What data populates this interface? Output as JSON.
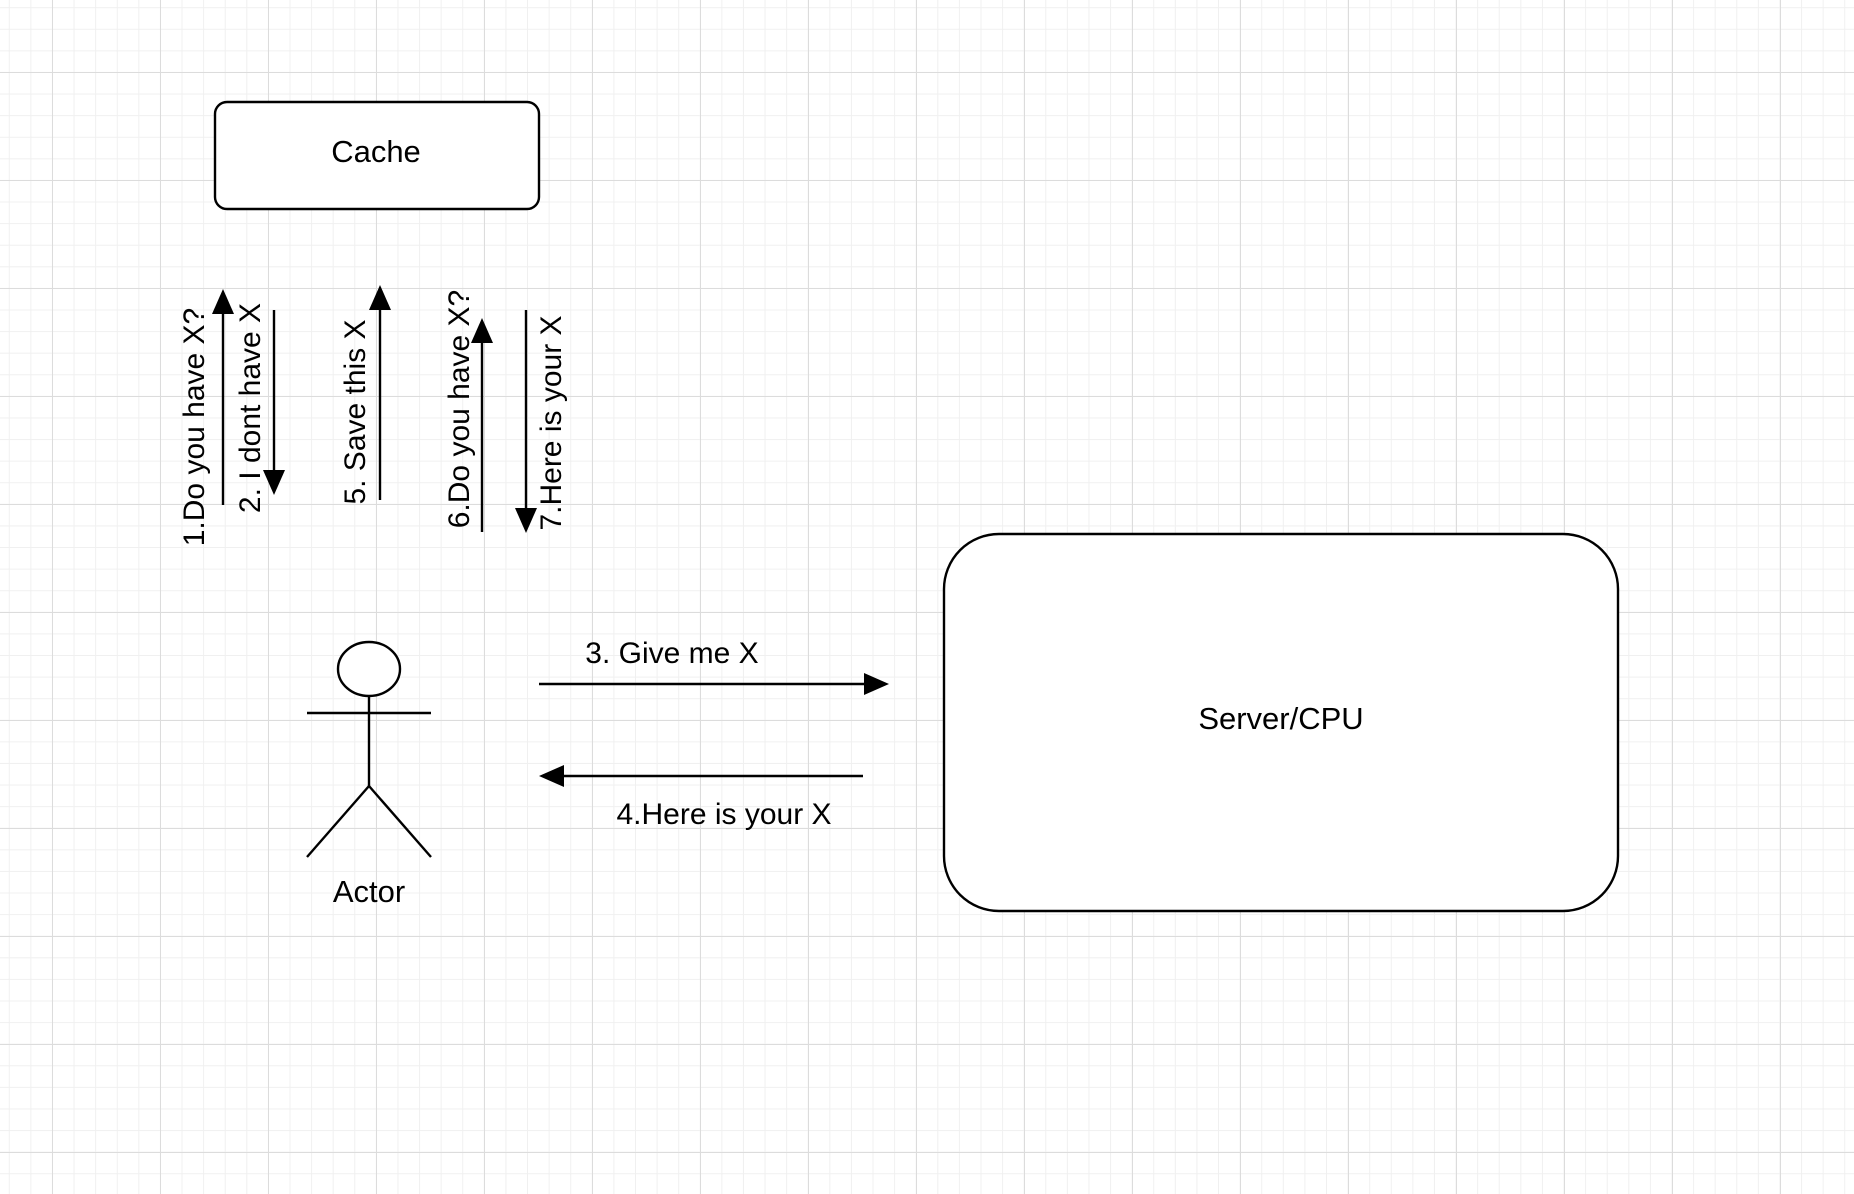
{
  "nodes": {
    "cache": {
      "label": "Cache"
    },
    "server": {
      "label": "Server/CPU"
    },
    "actor": {
      "label": "Actor"
    }
  },
  "edges": [
    {
      "step": 1,
      "label": "1.Do you have X?",
      "from": "Actor",
      "to": "Cache"
    },
    {
      "step": 2,
      "label": "2. I dont have X",
      "from": "Cache",
      "to": "Actor"
    },
    {
      "step": 3,
      "label": "3. Give me X",
      "from": "Actor",
      "to": "Server/CPU"
    },
    {
      "step": 4,
      "label": "4.Here is your X",
      "from": "Server/CPU",
      "to": "Actor"
    },
    {
      "step": 5,
      "label": "5. Save this X",
      "from": "Actor",
      "to": "Cache"
    },
    {
      "step": 6,
      "label": "6.Do you have X?",
      "from": "Actor",
      "to": "Cache"
    },
    {
      "step": 7,
      "label": "7.Here is your X",
      "from": "Cache",
      "to": "Actor"
    }
  ],
  "colors": {
    "stroke": "#000000",
    "background": "#ffffff",
    "grid_major": "#dcdcdc",
    "grid_minor": "#f0f0f0"
  }
}
